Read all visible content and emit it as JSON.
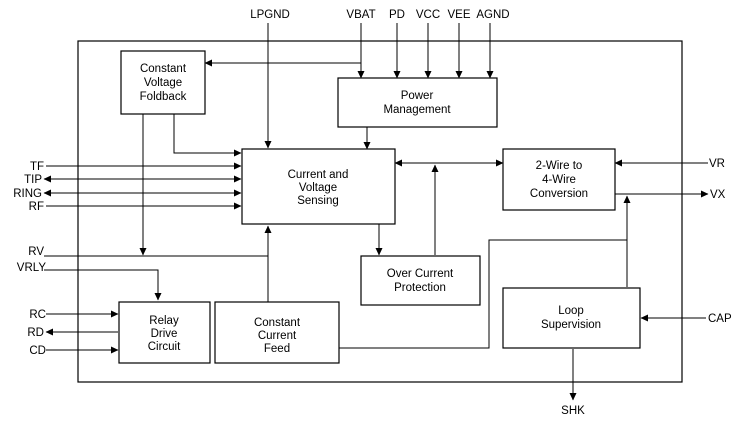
{
  "blocks": {
    "cv_foldback": [
      "Constant",
      "Voltage",
      "Foldback"
    ],
    "power_management": [
      "Power",
      "Management"
    ],
    "current_voltage_sensing": [
      "Current  and",
      "Voltage",
      "Sensing"
    ],
    "two_to_four_wire": [
      "2-Wire to",
      "4-Wire",
      "Conversion"
    ],
    "over_current": [
      "Over Current",
      "Protection"
    ],
    "loop_supervision": [
      "Loop",
      "Supervision"
    ],
    "relay_drive": [
      "Relay",
      "Drive",
      "Circuit"
    ],
    "constant_current_feed": [
      "Constant",
      "Current",
      "Feed"
    ]
  },
  "pins": {
    "top": [
      "LPGND",
      "VBAT",
      "PD",
      "VCC",
      "VEE",
      "AGND"
    ],
    "left": [
      "TF",
      "TIP",
      "RING",
      "RF",
      "RV",
      "VRLY",
      "RC",
      "RD",
      "CD"
    ],
    "right": [
      "VR",
      "VX",
      "CAP"
    ],
    "bottom": [
      "SHK"
    ]
  }
}
